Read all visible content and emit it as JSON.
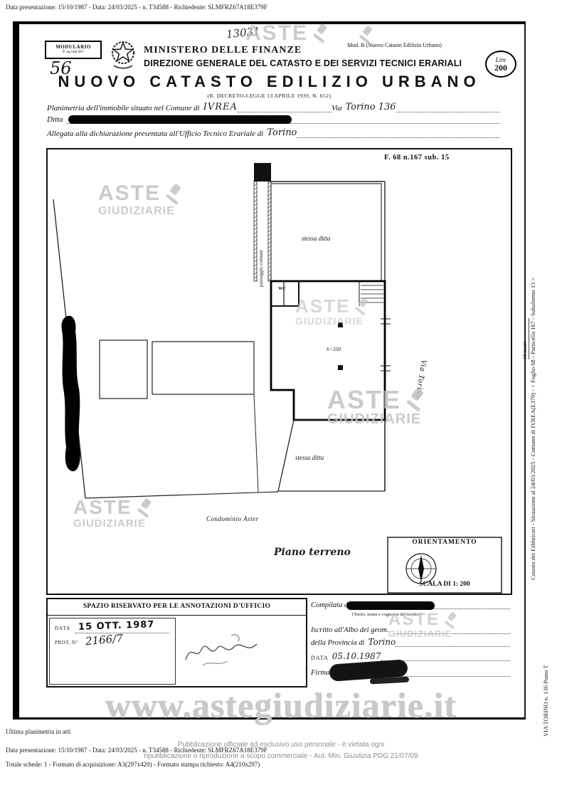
{
  "meta": {
    "top_line": "Data presentazione: 15/10/1987 - Data: 24/03/2025 - n. T34588 - Richiedente: SLMFRZ67A18E379F",
    "bottom_line1": "Ultima planimetria in atti",
    "bottom_line2": "Data presentazione: 15/10/1987 - Data: 24/03/2025 - n. T34588 - Richiedente: SLMFRZ67A18E379F",
    "bottom_line3": "Totale schede: 1 - Formato di acquisizione: A3(297x420) - Formato stampa richiesto: A4(210x297)",
    "publication_line1": "Pubblicazione ufficiale ad esclusivo uso personale - è vietata ogni",
    "publication_line2": "ripubblicazione o riproduzione a scopo commerciale - Aut. Min. Giustizia PDG 21/07/09",
    "url_watermark": "www.astegiudiziarie.it",
    "side_line1": "Catasto dei Fabbricati - Situazione al 24/03/2025 - Comune di IVREA(E379) - < Foglio 68 - Particella 167 - Subalterno 15 >",
    "side_line2": "VIA TORINO n. 136 Piano T",
    "scale_ruler": "10 metri"
  },
  "header": {
    "modulario_line1": "MODULARIO",
    "modulario_line2": "P. ng nnd 467",
    "sheet_number": "56",
    "handwritten_code": "13031",
    "ministry": "MINISTERO DELLE FINANZE",
    "direction": "DIREZIONE GENERALE DEL CATASTO E DEI SERVIZI TECNICI ERARIALI",
    "mod_b": "Mod. B (Nuovo Catasto Edilizio Urbano)",
    "stamp_lire": "Lire",
    "stamp_value": "200",
    "title": "NUOVO CATASTO EDILIZIO URBANO",
    "law_ref": "(R. DECRETO-LEGGE 13 APRILE 1939, N. 652)",
    "planimetria_label": "Planimetria dell'immobile situato nel Comune di",
    "comune_value": "IVREA",
    "via_label": "Via",
    "via_value": "Torino 136",
    "ditta_label": "Ditta",
    "allegata_label": "Allegata alla dichiarazione presentata all'Ufficio Tecnico Erariale di",
    "ufficio_value": "Torino"
  },
  "plan": {
    "sheet_ref": "F. 68 n.167 sub. 15",
    "room_top": "stessa ditta",
    "corridor": "passaggio comune",
    "wc": "WC",
    "height_note": "h=350",
    "street": "Via Torino",
    "room_bottom": "stessa ditta",
    "condo": "Condominio Aster",
    "floor_label": "Piano terreno",
    "orientation_title": "ORIENTAMENTO",
    "scale_label": "SCALA DI 1: 200"
  },
  "office": {
    "title": "SPAZIO RISERVATO PER LE ANNOTAZIONI D'UFFICIO",
    "date_label": "DATA",
    "date_stamp": "15 OTT. 1987",
    "prot_label": "PROT. N°",
    "prot_value": "2166/7"
  },
  "compiler": {
    "compiled_label": "Compilata da",
    "name_note": "(Titolo, nome e cognome del tecnico)",
    "register_line": "Iscritto all'Albo dei geom.",
    "province_label": "della Provincia di",
    "province_value": "Torino",
    "date_label": "DATA",
    "date_value": "05.10.1987",
    "signature_label": "Firma:"
  },
  "watermark": {
    "line1": "ASTE",
    "line2": "GIUDIZIARIE"
  }
}
